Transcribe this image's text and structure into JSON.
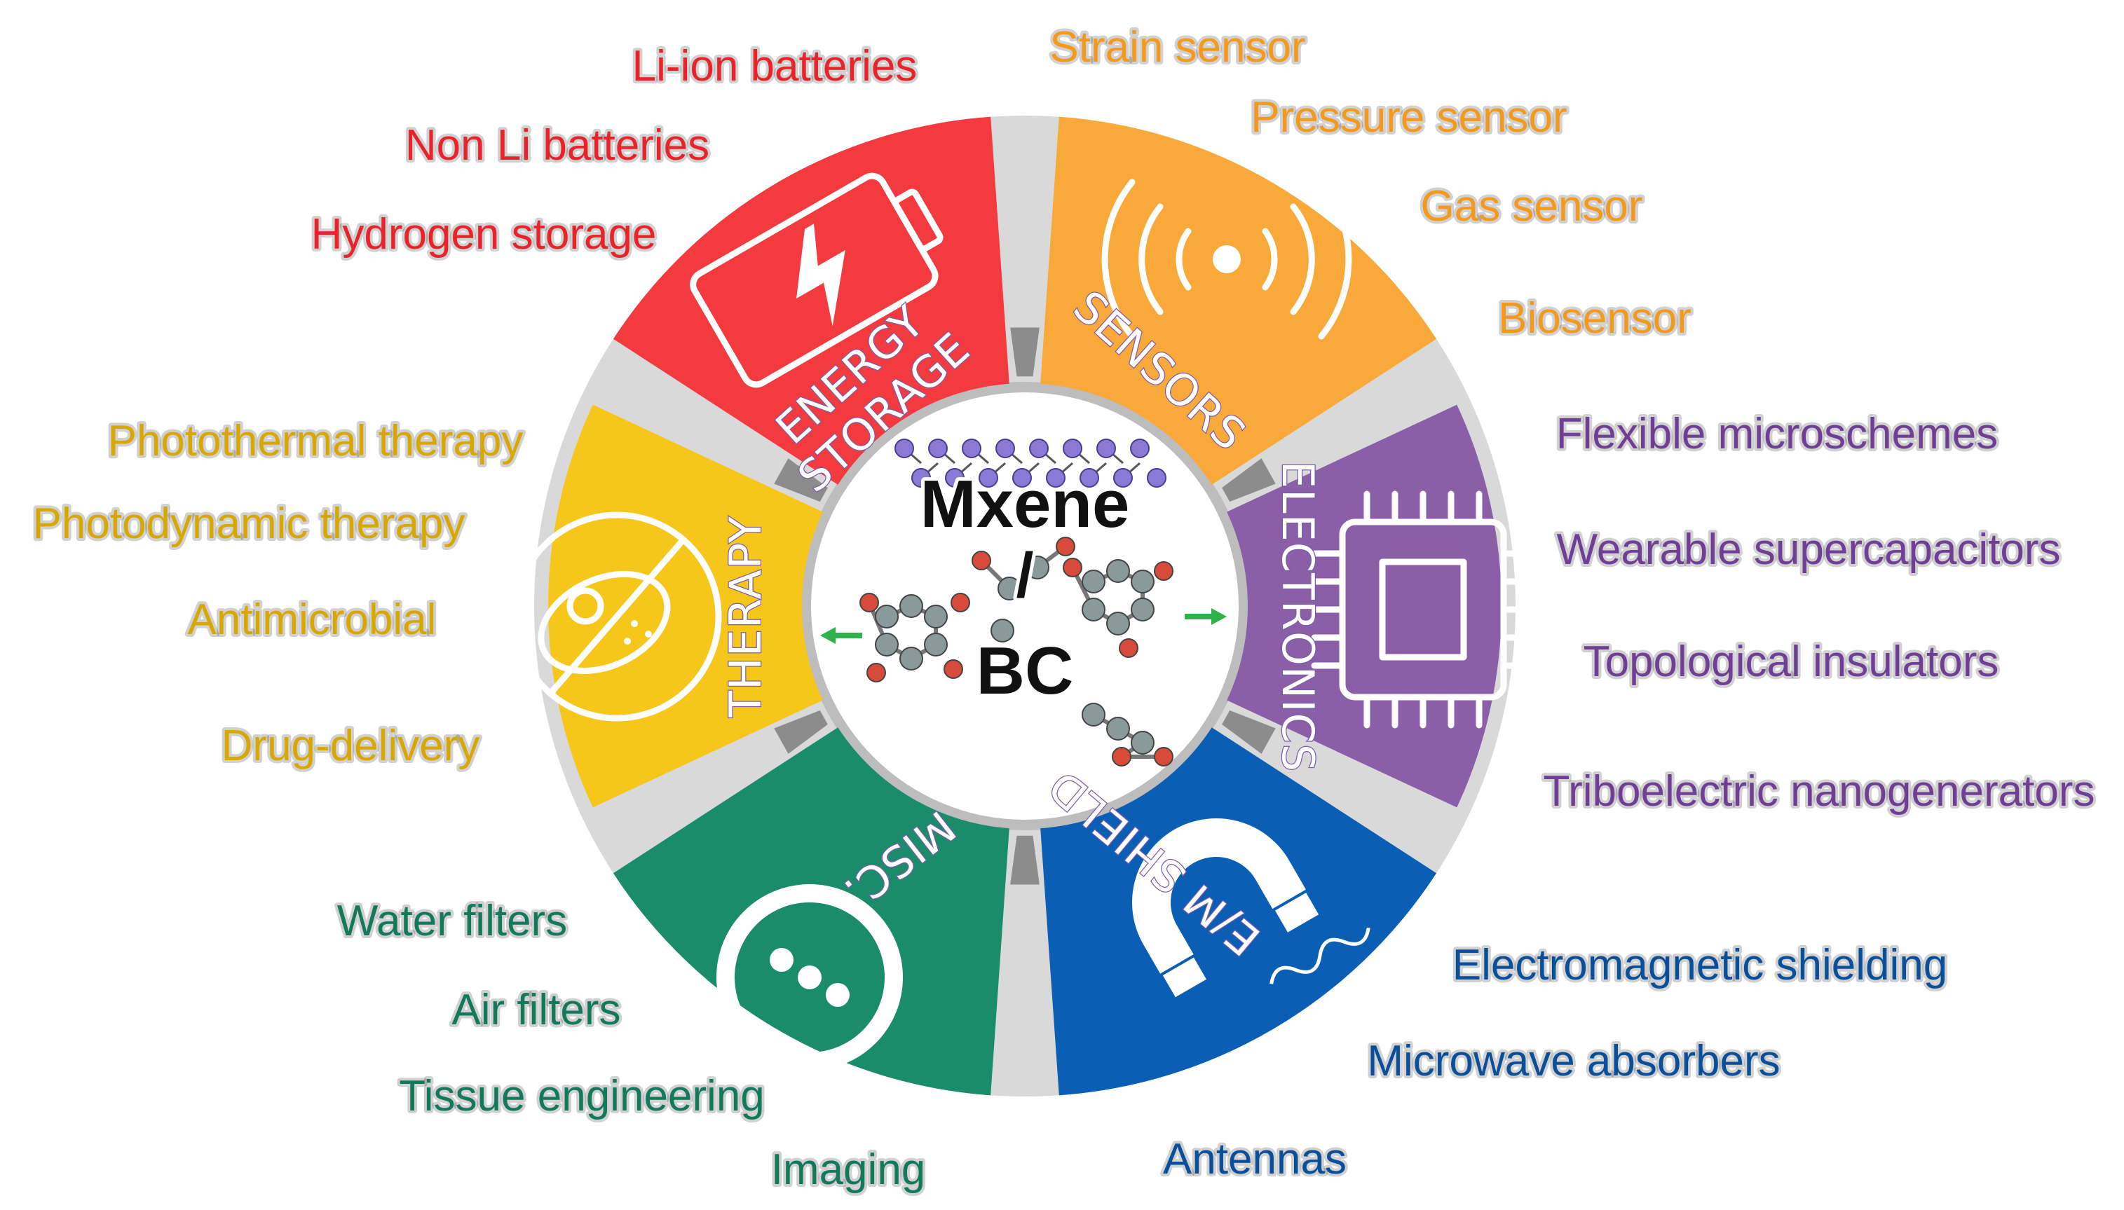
{
  "center": {
    "line1": "Mxene",
    "line2": "/",
    "line3": "BC"
  },
  "segments": [
    {
      "id": "energy",
      "title_lines": [
        "ENERGY",
        "STORAGE"
      ],
      "color": "#f23a3f",
      "text_color": "#e8232a",
      "icon": "battery-icon",
      "labels": [
        "Li-ion batteries",
        "Non Li batteries",
        "Hydrogen storage"
      ]
    },
    {
      "id": "sensors",
      "title_lines": [
        "SENSORS"
      ],
      "color": "#f9a93a",
      "text_color": "#f39a1c",
      "icon": "signal-waves-icon",
      "labels": [
        "Strain sensor",
        "Pressure sensor",
        "Gas sensor",
        "Biosensor"
      ]
    },
    {
      "id": "electronics",
      "title_lines": [
        "ELECTRONICS"
      ],
      "color": "#8b5ea8",
      "text_color": "#6f3f95",
      "icon": "chip-icon",
      "labels": [
        "Flexible microschemes",
        "Wearable supercapacitors",
        "Topological insulators",
        "Triboelectric nanogenerators"
      ]
    },
    {
      "id": "em",
      "title_lines": [
        "E/M SHIELD"
      ],
      "color": "#0a5fb5",
      "text_color": "#0a4f9a",
      "icon": "magnet-icon",
      "labels": [
        "Electromagnetic shielding",
        "Microwave absorbers",
        "Antennas"
      ]
    },
    {
      "id": "misc",
      "title_lines": [
        "MISC."
      ],
      "color": "#1a8c6a",
      "text_color": "#127a5a",
      "icon": "dots-circle-icon",
      "labels": [
        "Water filters",
        "Air filters",
        "Tissue engineering",
        "Imaging"
      ]
    },
    {
      "id": "therapy",
      "title_lines": [
        "THERAPY"
      ],
      "color": "#f7c61a",
      "text_color": "#d9a800",
      "icon": "bacteria-icon",
      "labels": [
        "Photothermal therapy",
        "Photodynamic therapy",
        "Antimicrobial",
        "Drug-delivery"
      ]
    }
  ]
}
